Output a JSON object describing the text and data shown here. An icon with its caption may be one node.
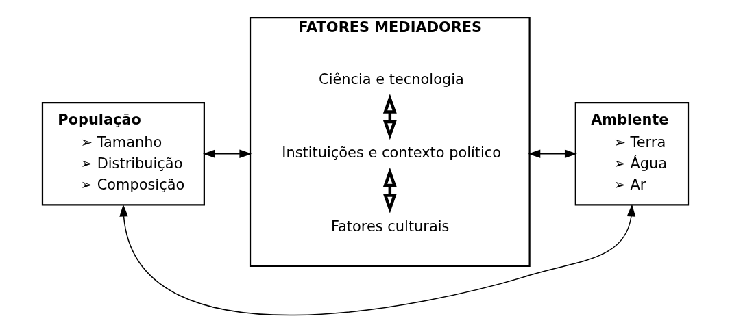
{
  "diagram": {
    "nodes": [
      {
        "text": [
          "População",
          "➢ Tamanho",
          "➢ Distribuição",
          "➢ Composição"
        ]
      },
      {
        "text": [
          "FATORES MEDIADORES"
        ]
      },
      {
        "text": [
          "Ciência e tecnologia"
        ],
        "in": 1
      },
      {
        "text": [
          "Instituições e contexto político"
        ],
        "in": 1
      },
      {
        "text": [
          "Fatores culturais"
        ],
        "in": 1
      },
      {
        "text": [
          "Ambiente",
          "➢ Terra",
          "➢ Água",
          "➢ Ar"
        ]
      }
    ],
    "edges": [
      {
        "from": 0,
        "to": 1,
        "arrow": "both"
      },
      {
        "from": 1,
        "to": 5,
        "arrow": "both"
      },
      {
        "from": 2,
        "to": 3,
        "arrow": "both",
        "style": "thick"
      },
      {
        "from": 3,
        "to": 4,
        "arrow": "both",
        "style": "thick"
      },
      {
        "from": 0,
        "to": 5,
        "arrow": "both"
      }
    ]
  }
}
